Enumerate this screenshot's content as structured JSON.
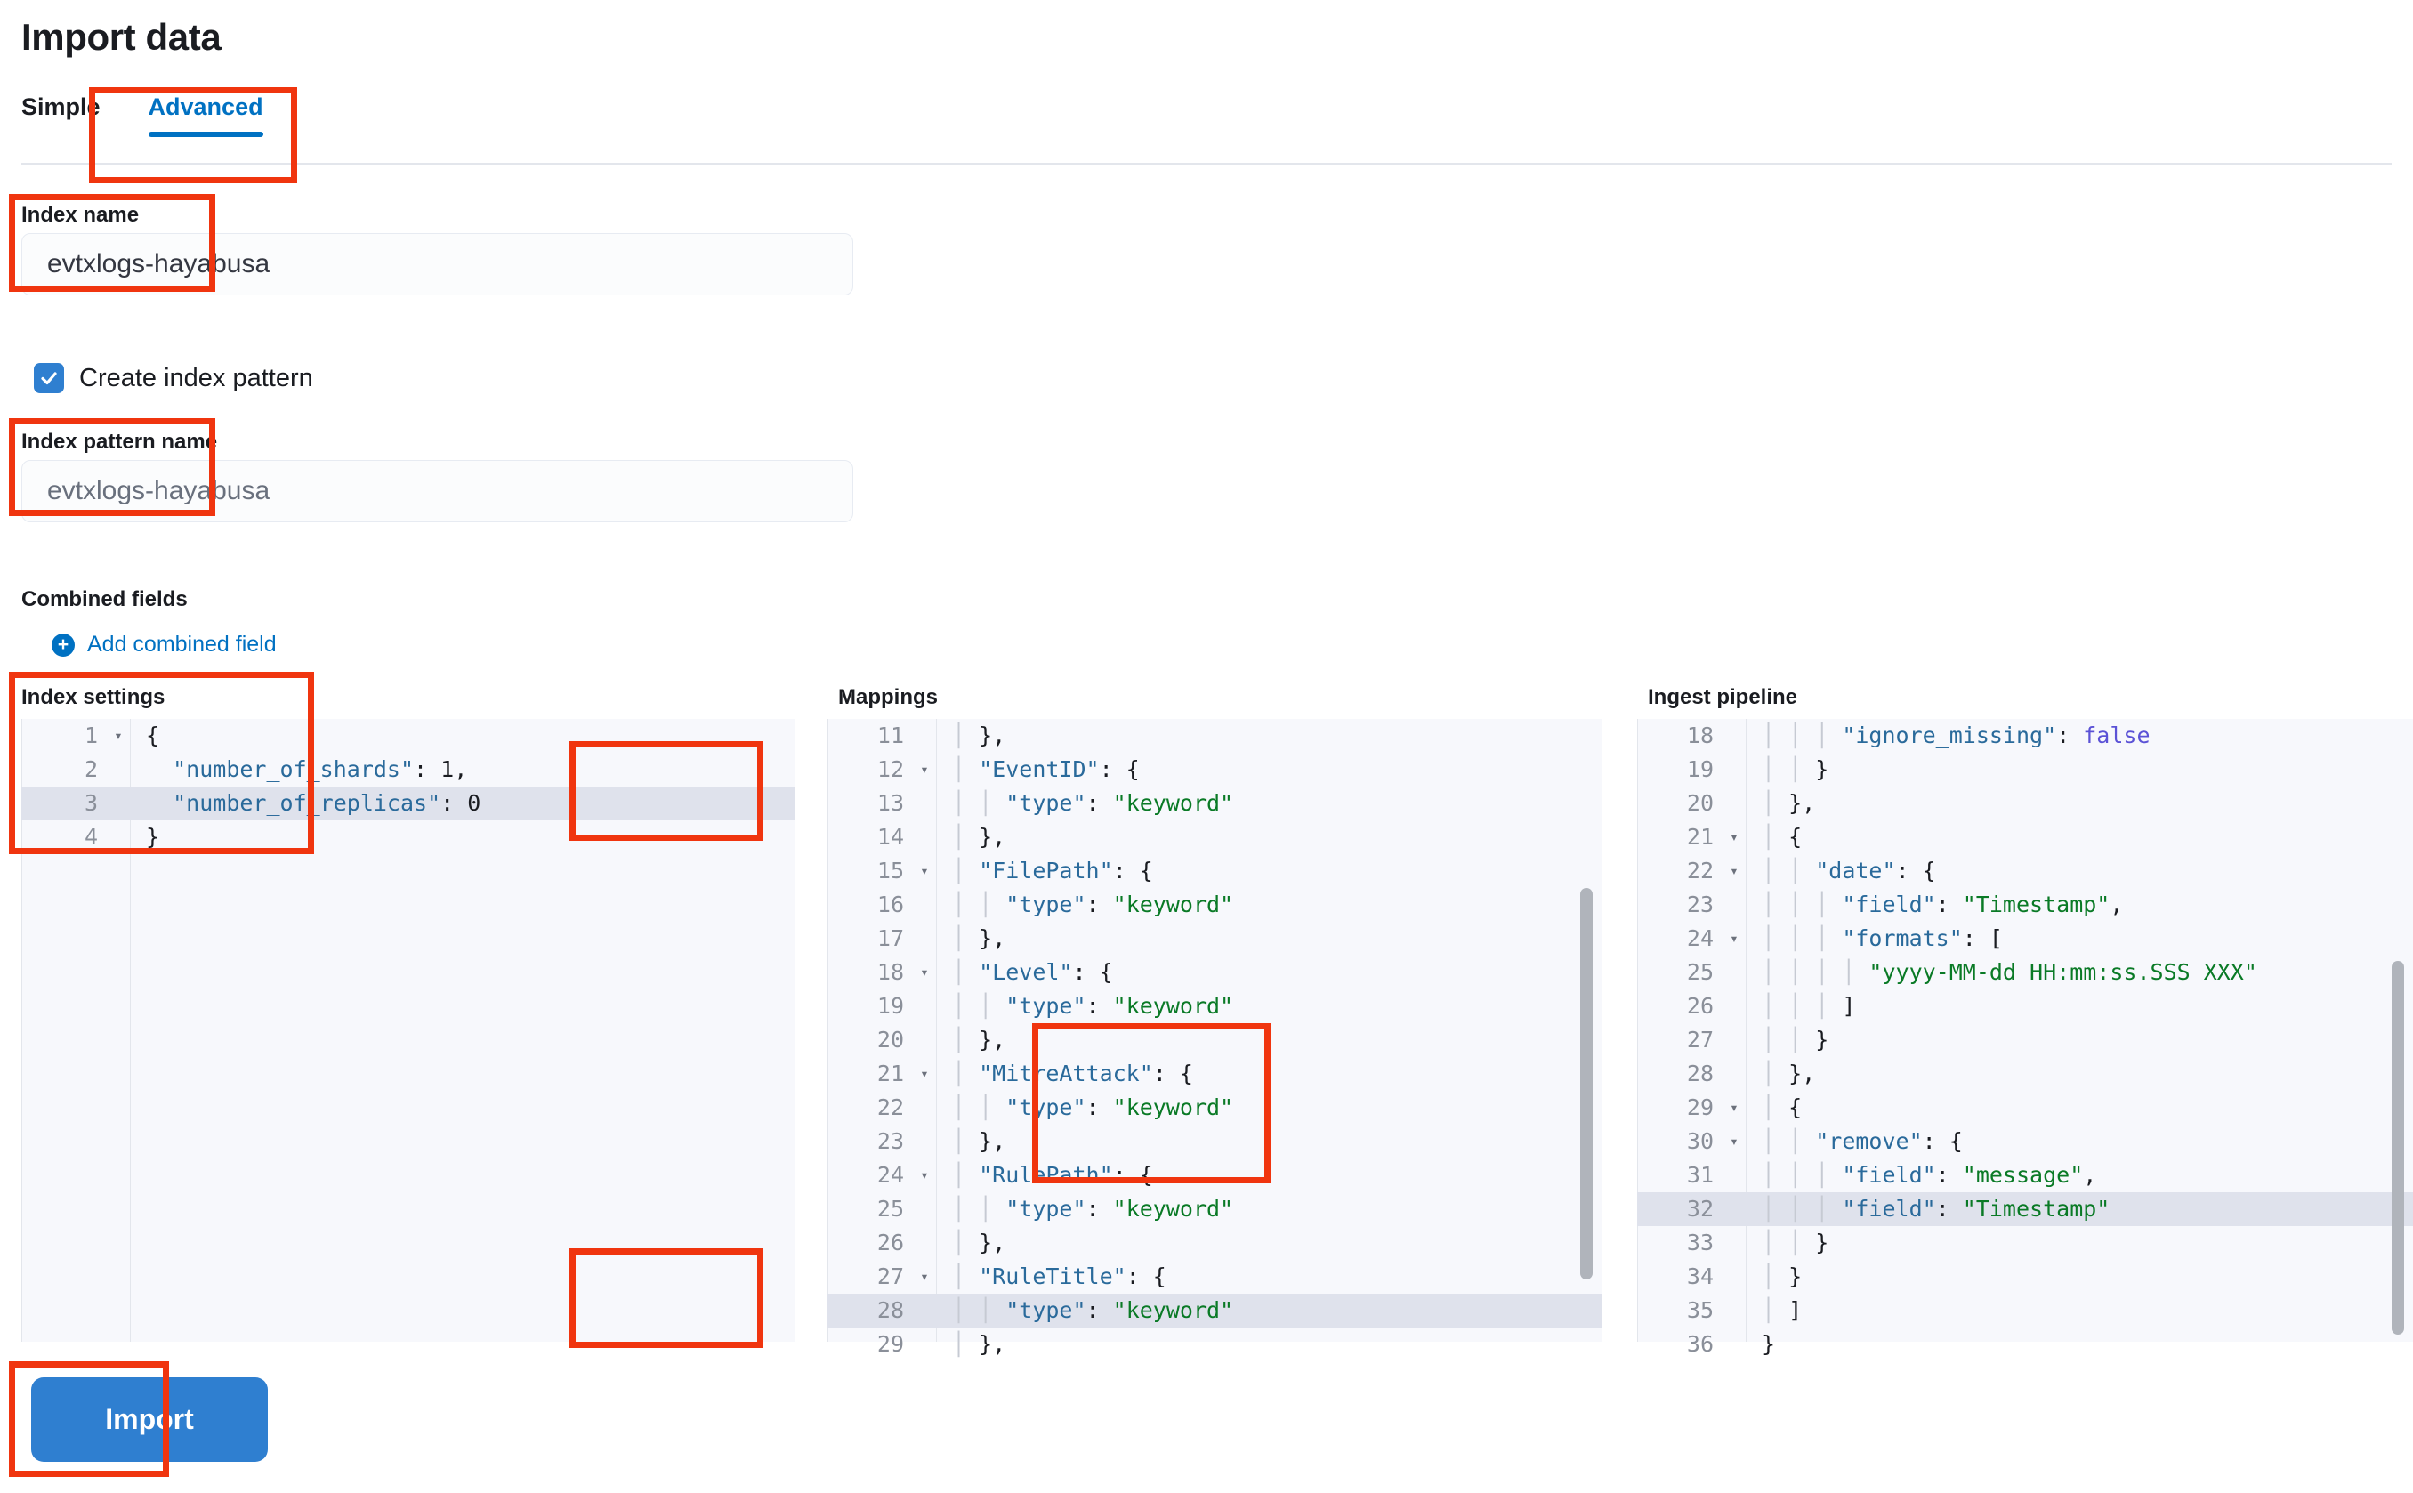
{
  "header": {
    "title": "Import data"
  },
  "tabs": [
    {
      "label": "Simple",
      "active": false
    },
    {
      "label": "Advanced",
      "active": true
    }
  ],
  "form": {
    "index_name": {
      "label": "Index name",
      "value": "evtxlogs-hayabusa"
    },
    "create_index_pattern": {
      "label": "Create index pattern",
      "checked": true
    },
    "index_pattern_name": {
      "label": "Index pattern name",
      "placeholder": "evtxlogs-hayabusa"
    },
    "combined_fields": {
      "label": "Combined fields",
      "add_link": "Add combined field"
    }
  },
  "panels": {
    "index_settings": {
      "title": "Index settings",
      "lines": [
        {
          "n": "1",
          "fold": true,
          "hl": false,
          "tokens": [
            {
              "t": "{",
              "c": "n"
            }
          ]
        },
        {
          "n": "2",
          "fold": false,
          "hl": false,
          "tokens": [
            {
              "t": "  ",
              "c": "n"
            },
            {
              "t": "\"number_of_shards\"",
              "c": "k"
            },
            {
              "t": ": ",
              "c": "n"
            },
            {
              "t": "1",
              "c": "n"
            },
            {
              "t": ",",
              "c": "n"
            }
          ]
        },
        {
          "n": "3",
          "fold": false,
          "hl": true,
          "tokens": [
            {
              "t": "  ",
              "c": "n"
            },
            {
              "t": "\"number_of_replicas\"",
              "c": "k"
            },
            {
              "t": ": ",
              "c": "n"
            },
            {
              "t": "0",
              "c": "n"
            }
          ]
        },
        {
          "n": "4",
          "fold": false,
          "hl": false,
          "tokens": [
            {
              "t": "}",
              "c": "n"
            }
          ]
        }
      ]
    },
    "mappings": {
      "title": "Mappings",
      "lines": [
        {
          "n": "11",
          "fold": false,
          "hl": false,
          "tokens": [
            {
              "t": "│ ",
              "c": "guide"
            },
            {
              "t": "},",
              "c": "n"
            }
          ]
        },
        {
          "n": "12",
          "fold": true,
          "hl": false,
          "tokens": [
            {
              "t": "│ ",
              "c": "guide"
            },
            {
              "t": "\"EventID\"",
              "c": "k"
            },
            {
              "t": ": {",
              "c": "n"
            }
          ]
        },
        {
          "n": "13",
          "fold": false,
          "hl": false,
          "tokens": [
            {
              "t": "│ │ ",
              "c": "guide"
            },
            {
              "t": "\"type\"",
              "c": "k"
            },
            {
              "t": ": ",
              "c": "n"
            },
            {
              "t": "\"keyword\"",
              "c": "s"
            }
          ]
        },
        {
          "n": "14",
          "fold": false,
          "hl": false,
          "tokens": [
            {
              "t": "│ ",
              "c": "guide"
            },
            {
              "t": "},",
              "c": "n"
            }
          ]
        },
        {
          "n": "15",
          "fold": true,
          "hl": false,
          "tokens": [
            {
              "t": "│ ",
              "c": "guide"
            },
            {
              "t": "\"FilePath\"",
              "c": "k"
            },
            {
              "t": ": {",
              "c": "n"
            }
          ]
        },
        {
          "n": "16",
          "fold": false,
          "hl": false,
          "tokens": [
            {
              "t": "│ │ ",
              "c": "guide"
            },
            {
              "t": "\"type\"",
              "c": "k"
            },
            {
              "t": ": ",
              "c": "n"
            },
            {
              "t": "\"keyword\"",
              "c": "s"
            }
          ]
        },
        {
          "n": "17",
          "fold": false,
          "hl": false,
          "tokens": [
            {
              "t": "│ ",
              "c": "guide"
            },
            {
              "t": "},",
              "c": "n"
            }
          ]
        },
        {
          "n": "18",
          "fold": true,
          "hl": false,
          "tokens": [
            {
              "t": "│ ",
              "c": "guide"
            },
            {
              "t": "\"Level\"",
              "c": "k"
            },
            {
              "t": ": {",
              "c": "n"
            }
          ]
        },
        {
          "n": "19",
          "fold": false,
          "hl": false,
          "tokens": [
            {
              "t": "│ │ ",
              "c": "guide"
            },
            {
              "t": "\"type\"",
              "c": "k"
            },
            {
              "t": ": ",
              "c": "n"
            },
            {
              "t": "\"keyword\"",
              "c": "s"
            }
          ]
        },
        {
          "n": "20",
          "fold": false,
          "hl": false,
          "tokens": [
            {
              "t": "│ ",
              "c": "guide"
            },
            {
              "t": "},",
              "c": "n"
            }
          ]
        },
        {
          "n": "21",
          "fold": true,
          "hl": false,
          "tokens": [
            {
              "t": "│ ",
              "c": "guide"
            },
            {
              "t": "\"MitreAttack\"",
              "c": "k"
            },
            {
              "t": ": {",
              "c": "n"
            }
          ]
        },
        {
          "n": "22",
          "fold": false,
          "hl": false,
          "tokens": [
            {
              "t": "│ │ ",
              "c": "guide"
            },
            {
              "t": "\"type\"",
              "c": "k"
            },
            {
              "t": ": ",
              "c": "n"
            },
            {
              "t": "\"keyword\"",
              "c": "s"
            }
          ]
        },
        {
          "n": "23",
          "fold": false,
          "hl": false,
          "tokens": [
            {
              "t": "│ ",
              "c": "guide"
            },
            {
              "t": "},",
              "c": "n"
            }
          ]
        },
        {
          "n": "24",
          "fold": true,
          "hl": false,
          "tokens": [
            {
              "t": "│ ",
              "c": "guide"
            },
            {
              "t": "\"RulePath\"",
              "c": "k"
            },
            {
              "t": ": {",
              "c": "n"
            }
          ]
        },
        {
          "n": "25",
          "fold": false,
          "hl": false,
          "tokens": [
            {
              "t": "│ │ ",
              "c": "guide"
            },
            {
              "t": "\"type\"",
              "c": "k"
            },
            {
              "t": ": ",
              "c": "n"
            },
            {
              "t": "\"keyword\"",
              "c": "s"
            }
          ]
        },
        {
          "n": "26",
          "fold": false,
          "hl": false,
          "tokens": [
            {
              "t": "│ ",
              "c": "guide"
            },
            {
              "t": "},",
              "c": "n"
            }
          ]
        },
        {
          "n": "27",
          "fold": true,
          "hl": false,
          "tokens": [
            {
              "t": "│ ",
              "c": "guide"
            },
            {
              "t": "\"RuleTitle\"",
              "c": "k"
            },
            {
              "t": ": {",
              "c": "n"
            }
          ]
        },
        {
          "n": "28",
          "fold": false,
          "hl": true,
          "tokens": [
            {
              "t": "│ │ ",
              "c": "guide"
            },
            {
              "t": "\"type\"",
              "c": "k"
            },
            {
              "t": ": ",
              "c": "n"
            },
            {
              "t": "\"keyword\"",
              "c": "s"
            }
          ]
        },
        {
          "n": "29",
          "fold": false,
          "hl": false,
          "tokens": [
            {
              "t": "│ ",
              "c": "guide"
            },
            {
              "t": "},",
              "c": "n"
            }
          ]
        }
      ]
    },
    "ingest_pipeline": {
      "title": "Ingest pipeline",
      "lines": [
        {
          "n": "18",
          "fold": false,
          "hl": false,
          "tokens": [
            {
              "t": "│ │ │ ",
              "c": "guide"
            },
            {
              "t": "\"ignore_missing\"",
              "c": "k"
            },
            {
              "t": ": ",
              "c": "n"
            },
            {
              "t": "false",
              "c": "b"
            }
          ]
        },
        {
          "n": "19",
          "fold": false,
          "hl": false,
          "tokens": [
            {
              "t": "│ │ ",
              "c": "guide"
            },
            {
              "t": "}",
              "c": "n"
            }
          ]
        },
        {
          "n": "20",
          "fold": false,
          "hl": false,
          "tokens": [
            {
              "t": "│ ",
              "c": "guide"
            },
            {
              "t": "},",
              "c": "n"
            }
          ]
        },
        {
          "n": "21",
          "fold": true,
          "hl": false,
          "tokens": [
            {
              "t": "│ ",
              "c": "guide"
            },
            {
              "t": "{",
              "c": "n"
            }
          ]
        },
        {
          "n": "22",
          "fold": true,
          "hl": false,
          "tokens": [
            {
              "t": "│ │ ",
              "c": "guide"
            },
            {
              "t": "\"date\"",
              "c": "k"
            },
            {
              "t": ": {",
              "c": "n"
            }
          ]
        },
        {
          "n": "23",
          "fold": false,
          "hl": false,
          "tokens": [
            {
              "t": "│ │ │ ",
              "c": "guide"
            },
            {
              "t": "\"field\"",
              "c": "k"
            },
            {
              "t": ": ",
              "c": "n"
            },
            {
              "t": "\"Timestamp\"",
              "c": "s"
            },
            {
              "t": ",",
              "c": "n"
            }
          ]
        },
        {
          "n": "24",
          "fold": true,
          "hl": false,
          "tokens": [
            {
              "t": "│ │ │ ",
              "c": "guide"
            },
            {
              "t": "\"formats\"",
              "c": "k"
            },
            {
              "t": ": [",
              "c": "n"
            }
          ]
        },
        {
          "n": "25",
          "fold": false,
          "hl": false,
          "tokens": [
            {
              "t": "│ │ │ │ ",
              "c": "guide"
            },
            {
              "t": "\"yyyy-MM-dd HH:mm:ss.SSS XXX\"",
              "c": "s"
            }
          ]
        },
        {
          "n": "26",
          "fold": false,
          "hl": false,
          "tokens": [
            {
              "t": "│ │ │ ",
              "c": "guide"
            },
            {
              "t": "]",
              "c": "n"
            }
          ]
        },
        {
          "n": "27",
          "fold": false,
          "hl": false,
          "tokens": [
            {
              "t": "│ │ ",
              "c": "guide"
            },
            {
              "t": "}",
              "c": "n"
            }
          ]
        },
        {
          "n": "28",
          "fold": false,
          "hl": false,
          "tokens": [
            {
              "t": "│ ",
              "c": "guide"
            },
            {
              "t": "},",
              "c": "n"
            }
          ]
        },
        {
          "n": "29",
          "fold": true,
          "hl": false,
          "tokens": [
            {
              "t": "│ ",
              "c": "guide"
            },
            {
              "t": "{",
              "c": "n"
            }
          ]
        },
        {
          "n": "30",
          "fold": true,
          "hl": false,
          "tokens": [
            {
              "t": "│ │ ",
              "c": "guide"
            },
            {
              "t": "\"remove\"",
              "c": "k"
            },
            {
              "t": ": {",
              "c": "n"
            }
          ]
        },
        {
          "n": "31",
          "fold": false,
          "hl": false,
          "tokens": [
            {
              "t": "│ │ │ ",
              "c": "guide"
            },
            {
              "t": "\"field\"",
              "c": "k"
            },
            {
              "t": ": ",
              "c": "n"
            },
            {
              "t": "\"message\"",
              "c": "s"
            },
            {
              "t": ",",
              "c": "n"
            }
          ]
        },
        {
          "n": "32",
          "fold": false,
          "hl": true,
          "tokens": [
            {
              "t": "│ │ │ ",
              "c": "guide"
            },
            {
              "t": "\"field\"",
              "c": "k"
            },
            {
              "t": ": ",
              "c": "n"
            },
            {
              "t": "\"Timestamp\"",
              "c": "s"
            }
          ]
        },
        {
          "n": "33",
          "fold": false,
          "hl": false,
          "tokens": [
            {
              "t": "│ │ ",
              "c": "guide"
            },
            {
              "t": "}",
              "c": "n"
            }
          ]
        },
        {
          "n": "34",
          "fold": false,
          "hl": false,
          "tokens": [
            {
              "t": "│ ",
              "c": "guide"
            },
            {
              "t": "}",
              "c": "n"
            }
          ]
        },
        {
          "n": "35",
          "fold": false,
          "hl": false,
          "tokens": [
            {
              "t": "│ ",
              "c": "guide"
            },
            {
              "t": "]",
              "c": "n"
            }
          ]
        },
        {
          "n": "36",
          "fold": false,
          "hl": false,
          "tokens": [
            {
              "t": "}",
              "c": "n"
            }
          ]
        }
      ]
    }
  },
  "actions": {
    "import_label": "Import"
  },
  "colors": {
    "accent": "#0071c2",
    "button": "#2f7fd0",
    "annotation": "#f0350f",
    "editor_bg": "#f7f8fc",
    "highlight_row": "#dfe2ec"
  }
}
